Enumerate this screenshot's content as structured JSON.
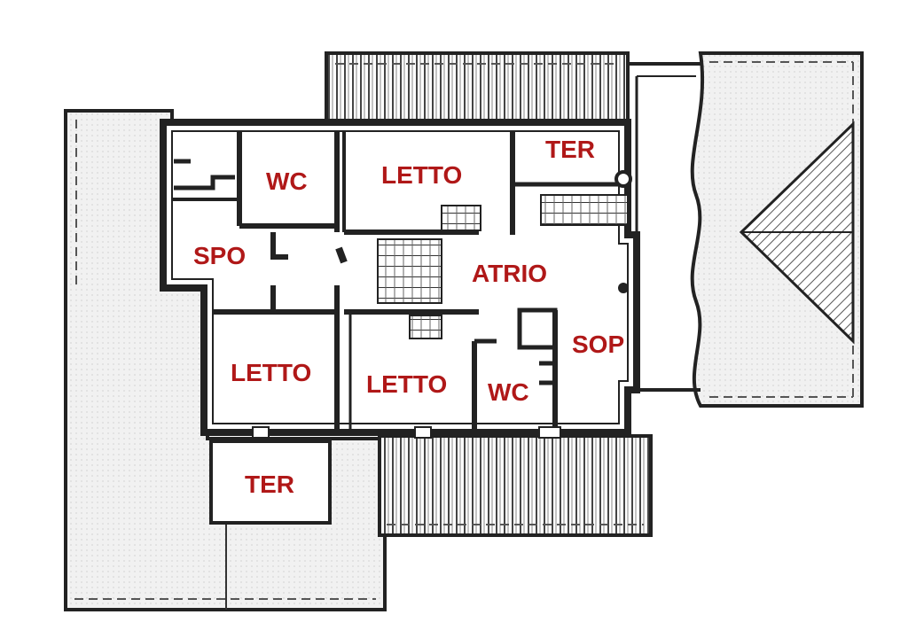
{
  "colors": {
    "label": "#b01818",
    "wall": "#222222",
    "roof_fill": "#f1f1f1",
    "background": "#ffffff"
  },
  "rooms": {
    "wc_top": "WC",
    "letto_top": "LETTO",
    "ter_top": "TER",
    "spo": "SPO",
    "atrio": "ATRIO",
    "sop": "SOP",
    "letto_left": "LETTO",
    "letto_mid": "LETTO",
    "wc_bottom": "WC",
    "ter_bottom": "TER"
  }
}
